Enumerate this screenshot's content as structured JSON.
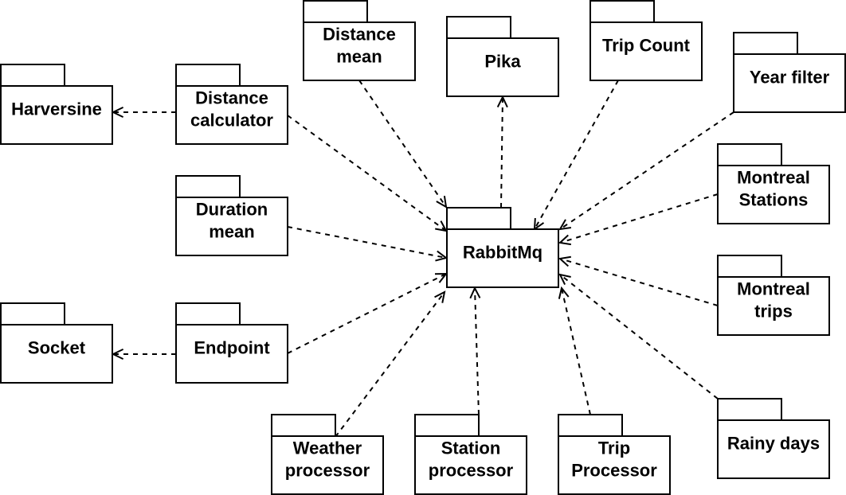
{
  "diagram": {
    "packages": [
      {
        "id": "harversine",
        "lines": [
          "Harversine"
        ]
      },
      {
        "id": "distance_calculator",
        "lines": [
          "Distance",
          "calculator"
        ]
      },
      {
        "id": "distance_mean",
        "lines": [
          "Distance",
          "mean"
        ]
      },
      {
        "id": "pika",
        "lines": [
          "Pika"
        ]
      },
      {
        "id": "trip_count",
        "lines": [
          "Trip Count"
        ]
      },
      {
        "id": "year_filter",
        "lines": [
          "Year filter"
        ]
      },
      {
        "id": "duration_mean",
        "lines": [
          "Duration",
          "mean"
        ]
      },
      {
        "id": "rabbitmq",
        "lines": [
          "RabbitMq"
        ]
      },
      {
        "id": "montreal_stations",
        "lines": [
          "Montreal",
          "Stations"
        ]
      },
      {
        "id": "montreal_trips",
        "lines": [
          "Montreal",
          "trips"
        ]
      },
      {
        "id": "socket",
        "lines": [
          "Socket"
        ]
      },
      {
        "id": "endpoint",
        "lines": [
          "Endpoint"
        ]
      },
      {
        "id": "weather_processor",
        "lines": [
          "Weather",
          "processor"
        ]
      },
      {
        "id": "station_processor",
        "lines": [
          "Station",
          "processor"
        ]
      },
      {
        "id": "trip_processor",
        "lines": [
          "Trip",
          "Processor"
        ]
      },
      {
        "id": "rainy_days",
        "lines": [
          "Rainy days"
        ]
      }
    ],
    "dependencies": [
      {
        "from": "distance_calculator",
        "to": "harversine"
      },
      {
        "from": "endpoint",
        "to": "socket"
      },
      {
        "from": "distance_calculator",
        "to": "rabbitmq"
      },
      {
        "from": "distance_mean",
        "to": "rabbitmq"
      },
      {
        "from": "rabbitmq",
        "to": "pika"
      },
      {
        "from": "trip_count",
        "to": "rabbitmq"
      },
      {
        "from": "year_filter",
        "to": "rabbitmq"
      },
      {
        "from": "montreal_stations",
        "to": "rabbitmq"
      },
      {
        "from": "montreal_trips",
        "to": "rabbitmq"
      },
      {
        "from": "rainy_days",
        "to": "rabbitmq"
      },
      {
        "from": "duration_mean",
        "to": "rabbitmq"
      },
      {
        "from": "endpoint",
        "to": "rabbitmq"
      },
      {
        "from": "weather_processor",
        "to": "rabbitmq"
      },
      {
        "from": "station_processor",
        "to": "rabbitmq"
      },
      {
        "from": "trip_processor",
        "to": "rabbitmq"
      }
    ]
  }
}
